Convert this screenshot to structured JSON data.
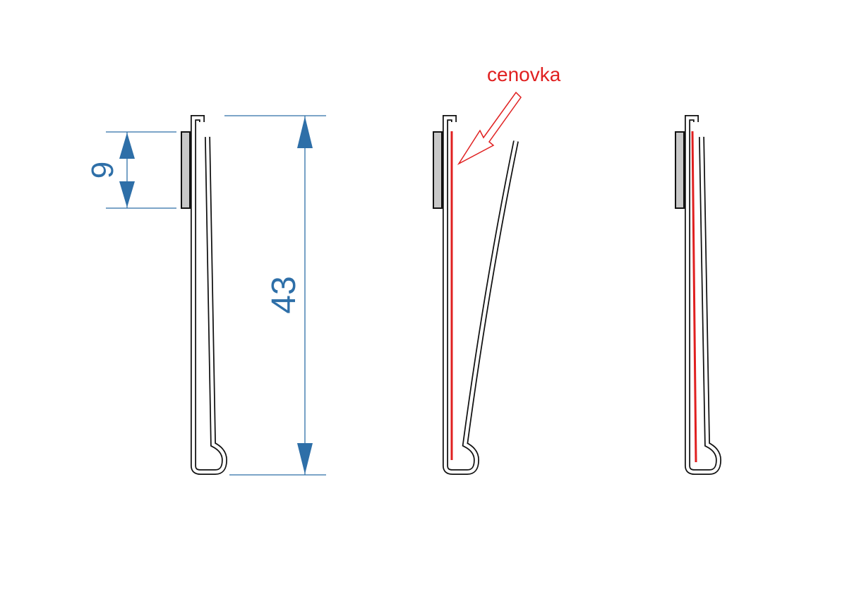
{
  "dimensions": {
    "small": "9",
    "large": "43"
  },
  "callout": {
    "label": "cenovka"
  },
  "colors": {
    "dimension": "#2e6fa8",
    "price_tag": "#e02020",
    "outline": "#111111",
    "strip": "#c8c8c8"
  }
}
